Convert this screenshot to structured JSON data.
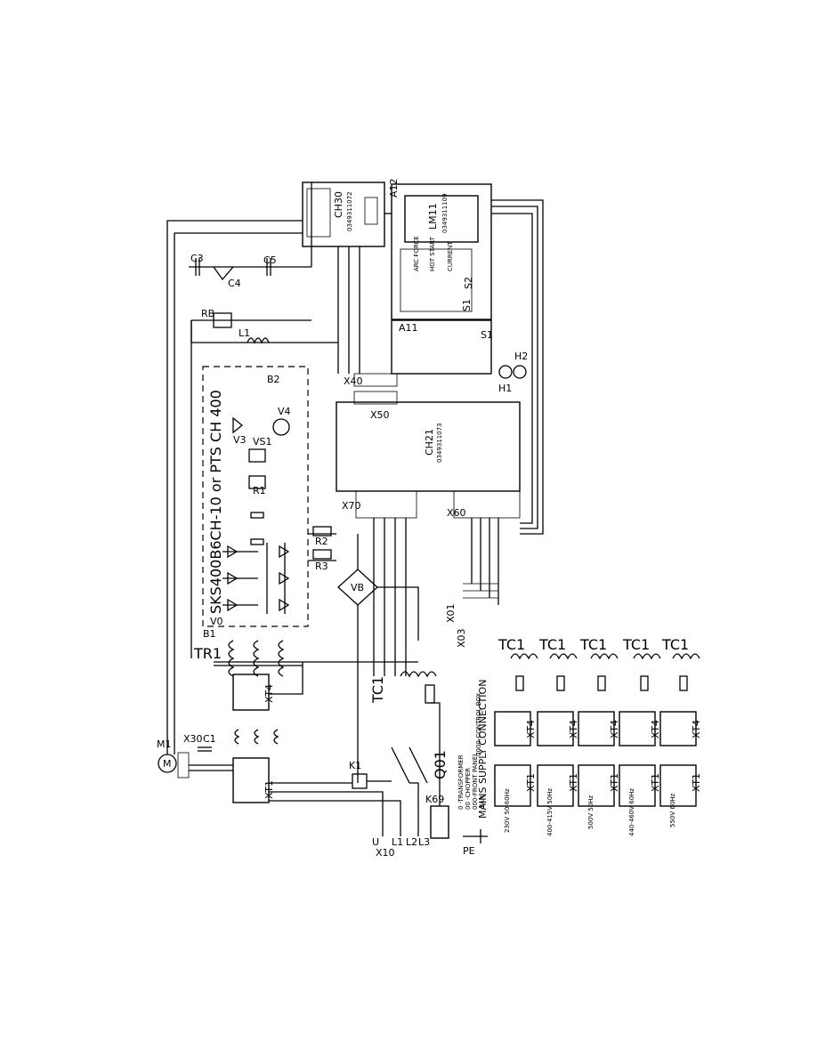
{
  "labels": {
    "tr1": "TR1",
    "m1": "M1",
    "m": "M",
    "x30": "X30",
    "c1": "C1",
    "xt1": "XT1",
    "xt4": "XT4",
    "tc1": "TC1",
    "q01": "Q01",
    "k69": "K69",
    "k1": "K1",
    "x10": "X10",
    "pe": "PE",
    "u": "U",
    "l1": "L1",
    "l2": "L2",
    "l3": "L3",
    "sk_module": "SKS400B6CH-10 or PTS CH 400",
    "vb": "VB",
    "v3": "V3",
    "v4": "V4",
    "vs1": "VS1",
    "r1": "R1",
    "r2": "R2",
    "r3": "R3",
    "rb": "RB",
    "l1_coil": "L1",
    "b2": "B2",
    "b1": "B1",
    "v0": "V0",
    "c3": "C3",
    "c4": "C4",
    "c5": "C5",
    "x40": "X40",
    "x50": "X50",
    "x70": "X70",
    "x60": "X60",
    "x01": "X01",
    "x03": "X03",
    "ch21": "CH21",
    "ch21_code": "0349311073",
    "ch30": "CH30",
    "ch30_code": "0349311072",
    "lm11": "LM11",
    "lm11_code": "0349311109",
    "a11": "A11",
    "a12": "A12",
    "s1": "S1",
    "s2": "S2",
    "h1": "H1",
    "h2": "H2",
    "arc_force": "ARC FORCE",
    "hot_start": "HOT START",
    "current": "CURRENT",
    "mains": "MAINS SUPPLY CONNECTION",
    "legend_0": "0 -TRANSFORMER",
    "legend_00": "00 -CHOPPER",
    "legend_000": "000-FRONT PANEL",
    "legend_fan": "-FAN",
    "legend_cbox": "0000-CONTROL BOX"
  },
  "voltages": [
    "230V 50-60Hz",
    "400-415V 50Hz",
    "500V 50Hz",
    "440-460V 60Hz",
    "550V 60Hz"
  ],
  "colors": {
    "ink": "#000000",
    "paper": "#ffffff"
  }
}
